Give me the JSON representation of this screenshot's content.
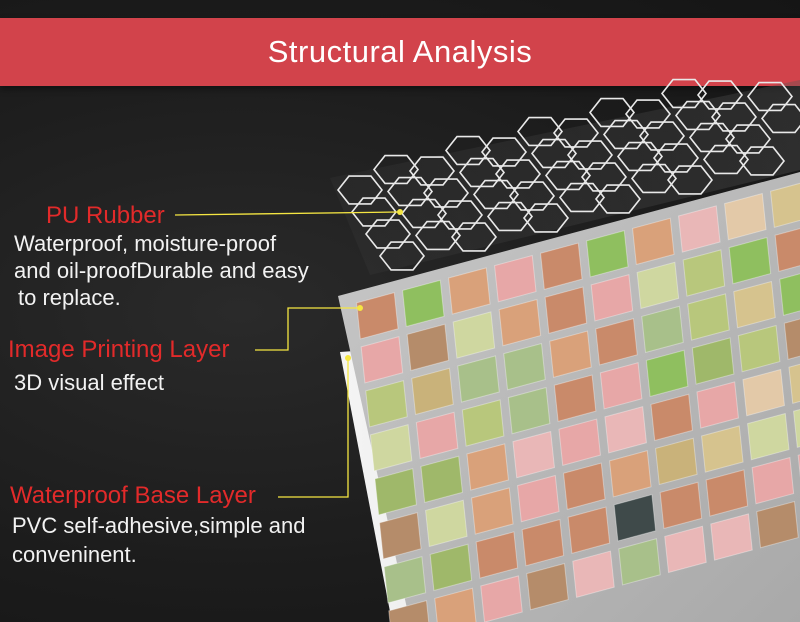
{
  "banner": {
    "title": "Structural Analysis"
  },
  "layers": [
    {
      "name": "PU Rubber",
      "desc_lines": [
        "Waterproof, moisture-proof",
        "and oil-proofDurable and easy",
        "to replace."
      ]
    },
    {
      "name": "Image Printing Layer",
      "desc_lines": [
        "3D visual effect"
      ]
    },
    {
      "name": "Waterproof Base Layer",
      "desc_lines": [
        "PVC self-adhesive,simple and",
        "conveninent."
      ]
    }
  ],
  "colors": {
    "banner": "#d2434b",
    "label_red": "#e22a2a",
    "leader_line": "#f5e642",
    "background": "#1f1f1f",
    "tile_palette": [
      "#c9b27a",
      "#d9a17a",
      "#b8c77c",
      "#e7a7a7",
      "#9fb86a",
      "#d6c38e",
      "#c98a6a",
      "#8fbf5f",
      "#e3c9a8",
      "#cfd7a0",
      "#b58c6a",
      "#3f4a4a",
      "#e9b7b7",
      "#a8c08a"
    ]
  }
}
